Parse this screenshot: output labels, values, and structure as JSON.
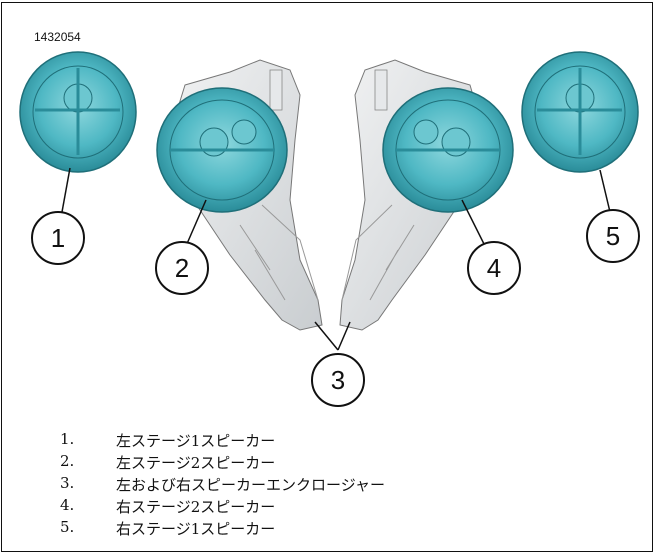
{
  "figure_id": "1432054",
  "callouts": [
    "1",
    "2",
    "3",
    "4",
    "5"
  ],
  "legend": [
    {
      "num": "1.",
      "text": "左ステージ1スピーカー"
    },
    {
      "num": "2.",
      "text": "左ステージ2スピーカー"
    },
    {
      "num": "3.",
      "text": "左および右スピーカーエンクロージャー"
    },
    {
      "num": "4.",
      "text": "右ステージ2スピーカー"
    },
    {
      "num": "5.",
      "text": "右ステージ1スピーカー"
    }
  ],
  "colors": {
    "speaker": "#4fb8c4",
    "speaker_dark": "#2a8c99",
    "enclosure": "#d9dcde",
    "line": "#111111"
  },
  "icons": [
    "speaker-illustration",
    "enclosure-illustration"
  ]
}
